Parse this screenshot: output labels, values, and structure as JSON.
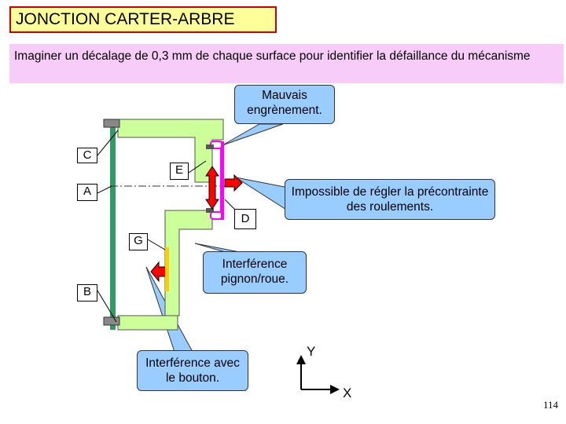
{
  "title": "JONCTION CARTER-ARBRE",
  "instruction": "Imaginer un décalage de 0,3 mm de chaque surface pour identifier la défaillance du mécanisme",
  "surfaces": {
    "c": "C",
    "e": "E",
    "a": "A",
    "d": "D",
    "g": "G",
    "b": "B"
  },
  "callouts": {
    "mauvais": "Mauvais engrènement.",
    "precontrainte": "Impossible de régler la précontrainte des roulements.",
    "pignon": "Interférence pignon/roue.",
    "bouton": "Interférence avec le bouton."
  },
  "axes": {
    "y": "Y",
    "x": "X"
  },
  "page_number": "114",
  "colors": {
    "title_bg": "#ffff99",
    "title_border": "#cc0000",
    "instruction_bg": "#f8ccf8",
    "callout_bg": "#99ccff",
    "part_fill": "#ccff99",
    "shaft": "#339966",
    "surface_magenta": "#ff00ff",
    "arrow_red": "#ff0000",
    "surface_orange": "#ffcc00"
  }
}
